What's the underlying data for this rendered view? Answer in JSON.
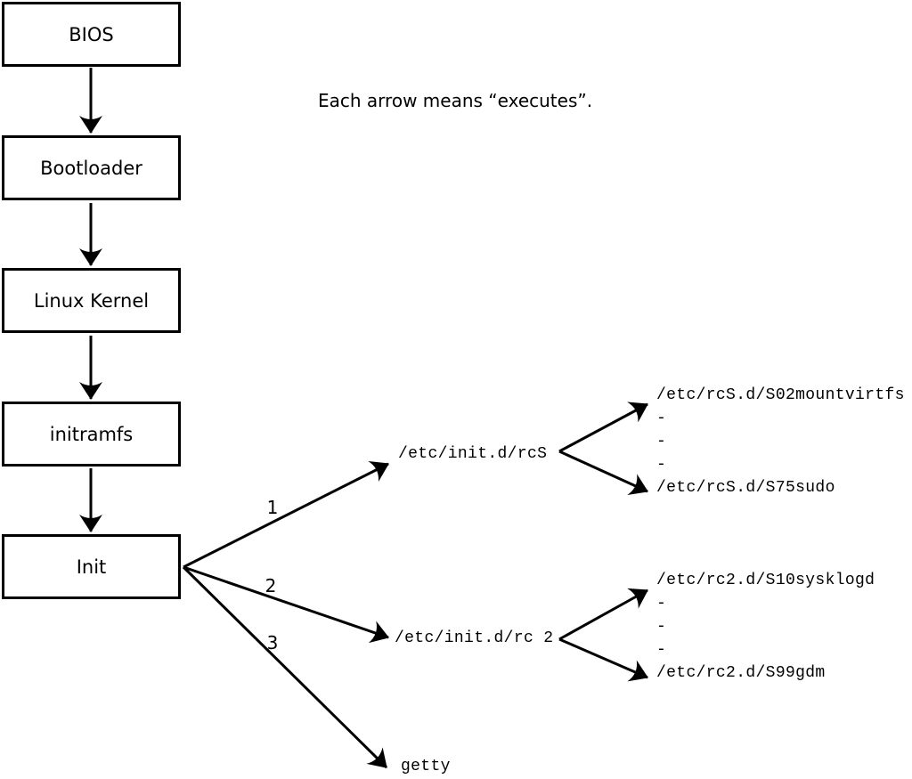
{
  "caption": "Each arrow means “executes”.",
  "boot_chain": {
    "bios": "BIOS",
    "bootloader": "Bootloader",
    "kernel": "Linux Kernel",
    "initramfs": "initramfs",
    "init": "Init"
  },
  "init_branches": {
    "rcS": {
      "order": "1",
      "target": "/etc/init.d/rcS"
    },
    "rc2": {
      "order": "2",
      "target": "/etc/init.d/rc 2"
    },
    "getty": {
      "order": "3",
      "target": "getty"
    }
  },
  "rcS_scripts": [
    "/etc/rcS.d/S02mountvirtfs",
    "-",
    "-",
    "-",
    "/etc/rcS.d/S75sudo"
  ],
  "rc2_scripts": [
    "/etc/rc2.d/S10sysklogd",
    "-",
    "-",
    "-",
    "/etc/rc2.d/S99gdm"
  ],
  "colors": {
    "ink": "#000000",
    "background": "#ffffff"
  }
}
